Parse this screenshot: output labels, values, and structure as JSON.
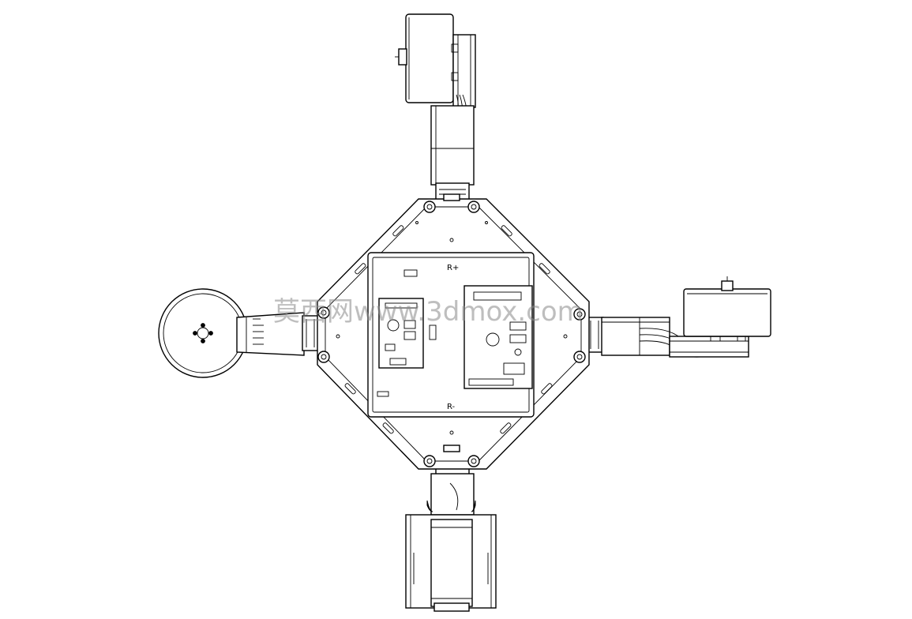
{
  "drawing": {
    "line_color": "#000000",
    "background": "#ffffff",
    "labels": {
      "top_marker": "R+",
      "bottom_marker": "R-"
    },
    "watermark": {
      "text": "莫西网www.3dmox.com",
      "color": "#8a8a8a"
    }
  }
}
